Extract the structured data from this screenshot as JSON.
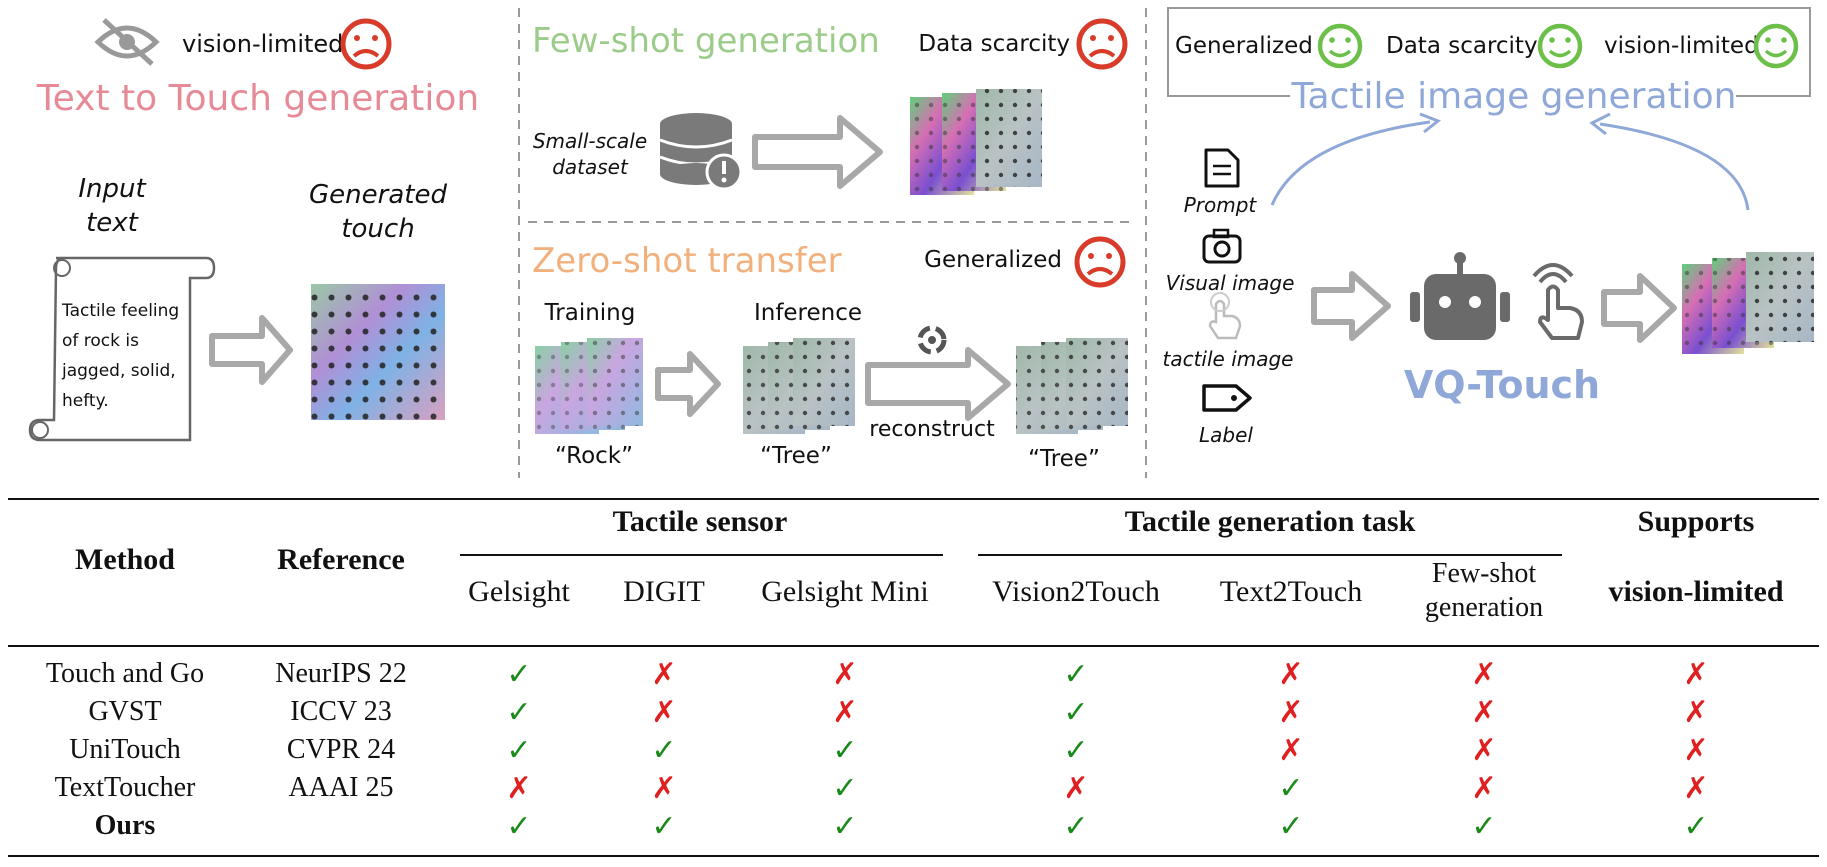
{
  "panel_left": {
    "status_text": "vision-limited",
    "title": "Text to Touch generation",
    "input_label_line1": "Input",
    "input_label_line2": "text",
    "output_label_line1": "Generated",
    "output_label_line2": "touch",
    "scroll_lines": [
      "Tactile feeling",
      "of rock is",
      "jagged, solid,",
      "hefty."
    ]
  },
  "panel_mid": {
    "fewshot_title": "Few-shot generation",
    "fewshot_issue": "Data scarcity",
    "dataset_line1": "Small-scale",
    "dataset_line2": "dataset",
    "zeroshot_title": "Zero-shot transfer",
    "zeroshot_issue": "Generalized",
    "training_label": "Training",
    "inference_label": "Inference",
    "reconstruct_label": "reconstruct",
    "caption_rock": "“Rock”",
    "caption_tree_1": "“Tree”",
    "caption_tree_2": "“Tree”"
  },
  "panel_right": {
    "badges": [
      "Generalized",
      "Data scarcity",
      "vision-limited"
    ],
    "title": "Tactile image generation",
    "inputs": [
      "Prompt",
      "Visual image",
      "tactile image",
      "Label"
    ],
    "model_name": "VQ-Touch"
  },
  "colors": {
    "pink_title": "#e58a96",
    "green_title": "#9ccc8a",
    "orange_title": "#f2b07c",
    "blue_title": "#8fa8d8",
    "sad_red": "#d93b2b",
    "happy_green": "#6cc04a"
  },
  "icons": [
    "eye-slash-icon",
    "sad-face-icon",
    "happy-face-icon",
    "database-icon",
    "document-icon",
    "camera-icon",
    "touch-hand-icon",
    "tag-icon",
    "robot-icon",
    "refresh-gear-icon",
    "arrow-right-icon"
  ],
  "table": {
    "headers": {
      "method": "Method",
      "reference": "Reference",
      "group_sensor": "Tactile sensor",
      "group_task": "Tactile generation task",
      "supports_line1": "Supports",
      "supports_line2": "vision-limited",
      "sensor_cols": [
        "Gelsight",
        "DIGIT",
        "Gelsight Mini"
      ],
      "task_cols": [
        "Vision2Touch",
        "Text2Touch"
      ],
      "task_fewshot_line1": "Few-shot",
      "task_fewshot_line2": "generation"
    },
    "rows": [
      {
        "method": "Touch and Go",
        "reference": "NeurIPS 22",
        "marks": [
          "✓",
          "✗",
          "✗",
          "✓",
          "✗",
          "✗",
          "✗"
        ]
      },
      {
        "method": "GVST",
        "reference": "ICCV 23",
        "marks": [
          "✓",
          "✗",
          "✗",
          "✓",
          "✗",
          "✗",
          "✗"
        ]
      },
      {
        "method": "UniTouch",
        "reference": "CVPR 24",
        "marks": [
          "✓",
          "✓",
          "✓",
          "✓",
          "✗",
          "✗",
          "✗"
        ]
      },
      {
        "method": "TextToucher",
        "reference": "AAAI 25",
        "marks": [
          "✗",
          "✗",
          "✓",
          "✗",
          "✓",
          "✗",
          "✗"
        ]
      },
      {
        "method": "Ours",
        "reference": "",
        "marks": [
          "✓",
          "✓",
          "✓",
          "✓",
          "✓",
          "✓",
          "✓"
        ]
      }
    ]
  }
}
